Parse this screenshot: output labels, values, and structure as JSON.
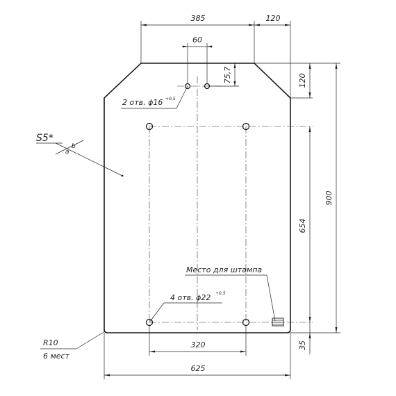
{
  "dimensions": {
    "top_width": "385",
    "top_chamfer": "120",
    "hole_spacing_top": "60",
    "hole_offset": "75,7",
    "chamfer_height": "120",
    "total_height": "900",
    "hole_spacing_vertical": "654",
    "bottom_offset": "35",
    "hole_spacing_bottom": "320",
    "total_width": "625"
  },
  "labels": {
    "top_holes": "2 отв. ϕ16",
    "top_holes_tol": "+0,5",
    "bottom_holes": "4 отв. ϕ22",
    "bottom_holes_tol": "+0,5",
    "stamp_place": "Место для штампа",
    "thickness": "S5*",
    "weld_a": "a",
    "weld_b": "b",
    "radius": "R10",
    "radius_count": "6 мест"
  }
}
